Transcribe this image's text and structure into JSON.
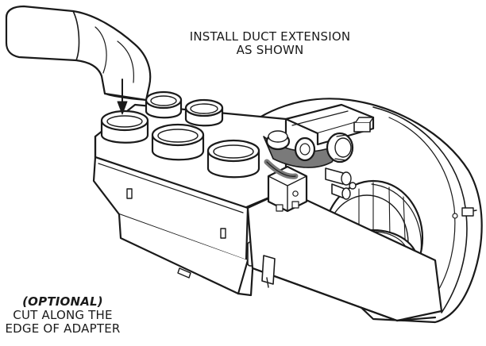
{
  "callouts": {
    "install_line1": "INSTALL DUCT EXTENSION",
    "install_line2": "AS SHOWN",
    "optional_title": "(OPTIONAL)",
    "optional_line1": "CUT ALONG THE",
    "optional_line2": "EDGE OF ADAPTER"
  },
  "colors": {
    "line": "#1a1a1a",
    "fill": "#ffffff",
    "tubing": "#7a7a7a"
  }
}
